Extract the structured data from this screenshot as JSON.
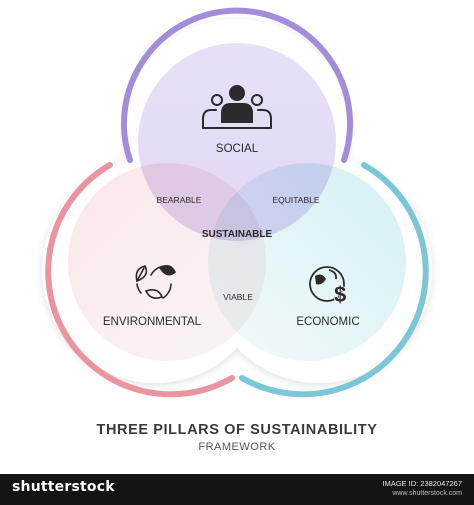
{
  "pillars": {
    "social": {
      "label": "SOCIAL",
      "icon": "people-group-icon",
      "color": "#9b86d4"
    },
    "environmental": {
      "label": "ENVIRONMENTAL",
      "icon": "leaves-recycle-icon",
      "color": "#e98d97"
    },
    "economic": {
      "label": "ECONOMIC",
      "icon": "globe-dollar-icon",
      "color": "#76c2d4"
    }
  },
  "overlaps": {
    "social_environmental": "BEARABLE",
    "social_economic": "EQUITABLE",
    "environmental_economic": "VIABLE",
    "center": "SUSTAINABLE"
  },
  "caption": {
    "title": "THREE PILLARS OF SUSTAINABILITY",
    "subtitle": "FRAMEWORK"
  },
  "footer": {
    "brand": "shutterstock",
    "image_id": "IMAGE ID: 2382047267",
    "site": "www.shutterstock.com"
  }
}
